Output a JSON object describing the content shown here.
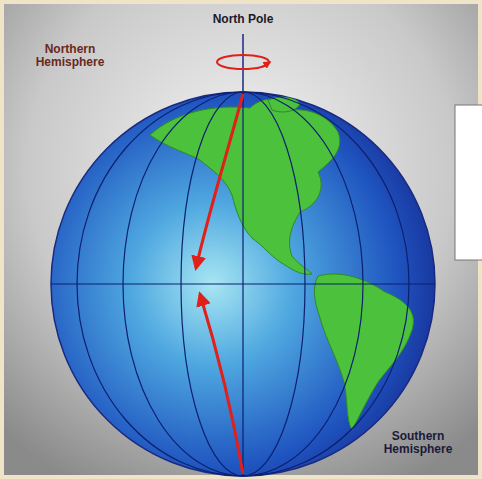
{
  "diagram": {
    "labels": [
      "North Pole",
      "Northern Hemisphere",
      "Southern Hemisphere"
    ]
  }
}
